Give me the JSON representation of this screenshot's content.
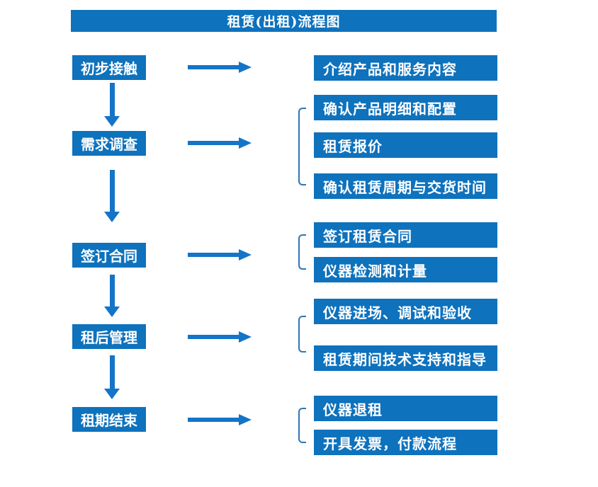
{
  "title": "租赁(出租)流程图",
  "colors": {
    "box_blue": "#0e72bd",
    "arrow_blue": "#1474c8",
    "bracket_blue": "#2e75b6",
    "text_white": "#ffffff"
  },
  "icons": {
    "right-arrow": "css-triangle-right",
    "down-arrow": "css-triangle-down",
    "group-bracket": "css-left-square-bracket"
  },
  "flow": {
    "steps": [
      {
        "label": "初步接触",
        "details": [
          "介绍产品和服务内容"
        ]
      },
      {
        "label": "需求调查",
        "details": [
          "确认产品明细和配置",
          "租赁报价",
          "确认租赁周期与交货时间"
        ]
      },
      {
        "label": "签订合同",
        "details": [
          "签订租赁合同",
          "仪器检测和计量"
        ]
      },
      {
        "label": "租后管理",
        "details": [
          "仪器进场、调试和验收",
          "租赁期间技术支持和指导"
        ]
      },
      {
        "label": "租期结束",
        "details": [
          "仪器退租",
          "开具发票，付款流程"
        ]
      }
    ]
  }
}
